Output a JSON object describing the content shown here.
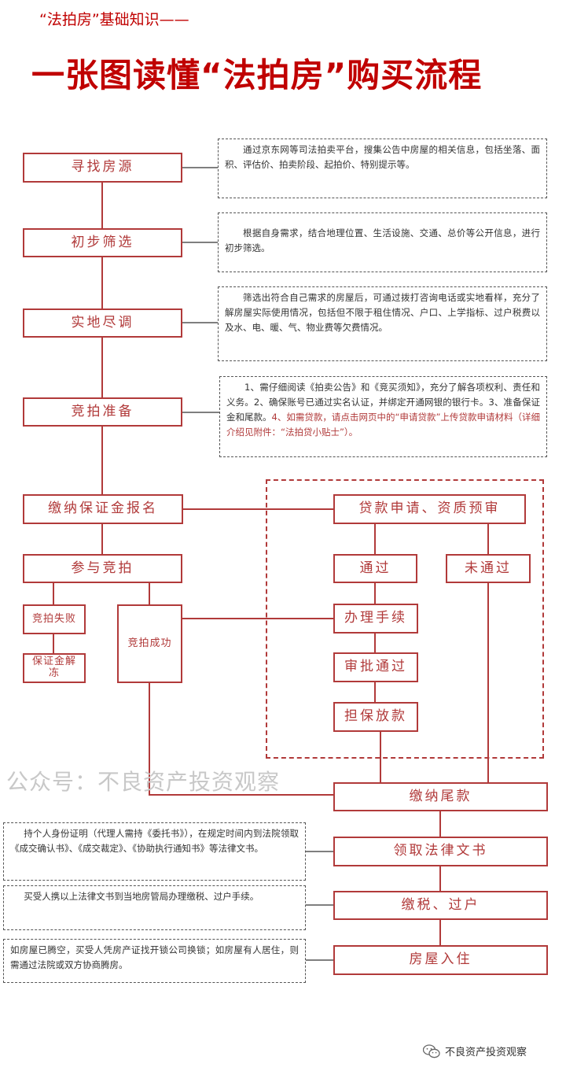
{
  "header": {
    "subtitle": "“法拍房”基础知识——",
    "title": "一张图读懂“法拍房”购买流程"
  },
  "steps": {
    "find_source": "寻找房源",
    "initial_screening": "初步筛选",
    "site_survey": "实地尽调",
    "auction_prep": "竞拍准备",
    "deposit_register": "缴纳保证金报名",
    "join_auction": "参与竞拍",
    "auction_failed": "竞拍失败",
    "deposit_unfreeze": "保证金解冻",
    "auction_success": "竞拍成功",
    "loan_apply": "贷款申请、资质预审",
    "approved": "通过",
    "not_approved": "未通过",
    "procedures": "办理手续",
    "review_passed": "审批通过",
    "guarantee_release": "担保放款",
    "pay_balance": "缴纳尾款",
    "legal_docs": "领取法律文书",
    "tax_transfer": "缴税、过户",
    "move_in": "房屋入住"
  },
  "notes": {
    "find_source": "通过京东网等司法拍卖平台，搜集公告中房屋的相关信息，包括坐落、面积、评估价、拍卖阶段、起拍价、特别提示等。",
    "initial_screening": "根据自身需求，结合地理位置、生活设施、交通、总价等公开信息，进行初步筛选。",
    "site_survey": "筛选出符合自己需求的房屋后，可通过拨打咨询电话或实地看样，充分了解房屋实际使用情况，包括但不限于租住情况、户口、上学指标、过户税费以及水、电、暖、气、物业费等欠费情况。",
    "auction_prep_black": "1、需仔细阅读《拍卖公告》和《竞买须知》，充分了解各项权利、责任和义务。2、确保账号已通过实名认证，并绑定开通网银的银行卡。3、准备保证金和尾款。",
    "auction_prep_red": "4、如需贷款，请点击网页中的“申请贷款”上传贷款申请材料（详细介绍见附件：“法拍贷小贴士”）。",
    "legal_docs": "持个人身份证明（代理人需持《委托书》），在规定时间内到法院领取《成交确认书》、《成交裁定》、《协助执行通知书》等法律文书。",
    "tax_transfer": "买受人携以上法律文书到当地房管局办理缴税、过户手续。",
    "move_in": "如房屋已腾空，买受人凭房产证找开锁公司换锁；如房屋有人居住，则需通过法院或双方协商腾房。"
  },
  "watermark": "公众号：不良资产投资观察",
  "footer": {
    "account": "不良资产投资观察",
    "icon": "wechat-icon"
  },
  "colors": {
    "title": "#c00000",
    "box_border": "#b13a3a",
    "note_border": "#555555"
  }
}
